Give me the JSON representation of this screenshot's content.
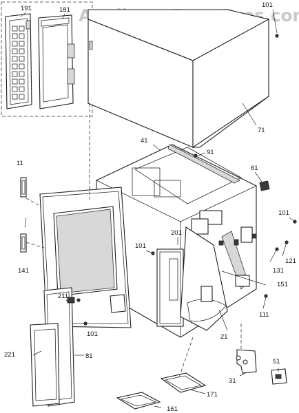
{
  "watermark": "AppliancePartsPros.com",
  "callouts": [
    {
      "id": "c101a",
      "text": "101"
    },
    {
      "id": "c191",
      "text": "191"
    },
    {
      "id": "c181",
      "text": "181"
    },
    {
      "id": "c71",
      "text": "71"
    },
    {
      "id": "c41",
      "text": "41"
    },
    {
      "id": "c91",
      "text": "91"
    },
    {
      "id": "c61",
      "text": "61"
    },
    {
      "id": "c11",
      "text": "11"
    },
    {
      "id": "c101b",
      "text": "101"
    },
    {
      "id": "c201",
      "text": "201"
    },
    {
      "id": "c101c",
      "text": "101"
    },
    {
      "id": "c121",
      "text": "121"
    },
    {
      "id": "c131",
      "text": "131"
    },
    {
      "id": "c141",
      "text": "141"
    },
    {
      "id": "c151",
      "text": "151"
    },
    {
      "id": "c111",
      "text": "111"
    },
    {
      "id": "c211",
      "text": "211"
    },
    {
      "id": "c21",
      "text": "21"
    },
    {
      "id": "c101d",
      "text": "101"
    },
    {
      "id": "c221",
      "text": "221"
    },
    {
      "id": "c81",
      "text": "81"
    },
    {
      "id": "c51",
      "text": "51"
    },
    {
      "id": "c31",
      "text": "31"
    },
    {
      "id": "c171",
      "text": "171"
    },
    {
      "id": "c161",
      "text": "161"
    }
  ]
}
